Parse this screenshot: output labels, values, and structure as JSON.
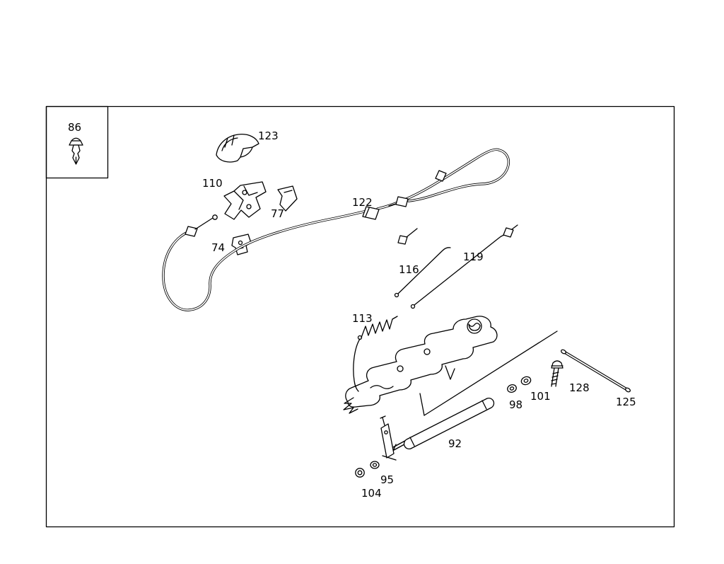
{
  "diagram": {
    "type": "exploded-parts-diagram",
    "description": "Throttle control cable and linkage parts diagram",
    "background_color": "#ffffff",
    "line_color": "#000000",
    "parts": {
      "p86": "86",
      "p123": "123",
      "p110": "110",
      "p77": "77",
      "p122": "122",
      "p74": "74",
      "p116": "116",
      "p119": "119",
      "p113": "113",
      "p92": "92",
      "p95": "95",
      "p104": "104",
      "p98": "98",
      "p101": "101",
      "p128": "128",
      "p125": "125"
    }
  }
}
